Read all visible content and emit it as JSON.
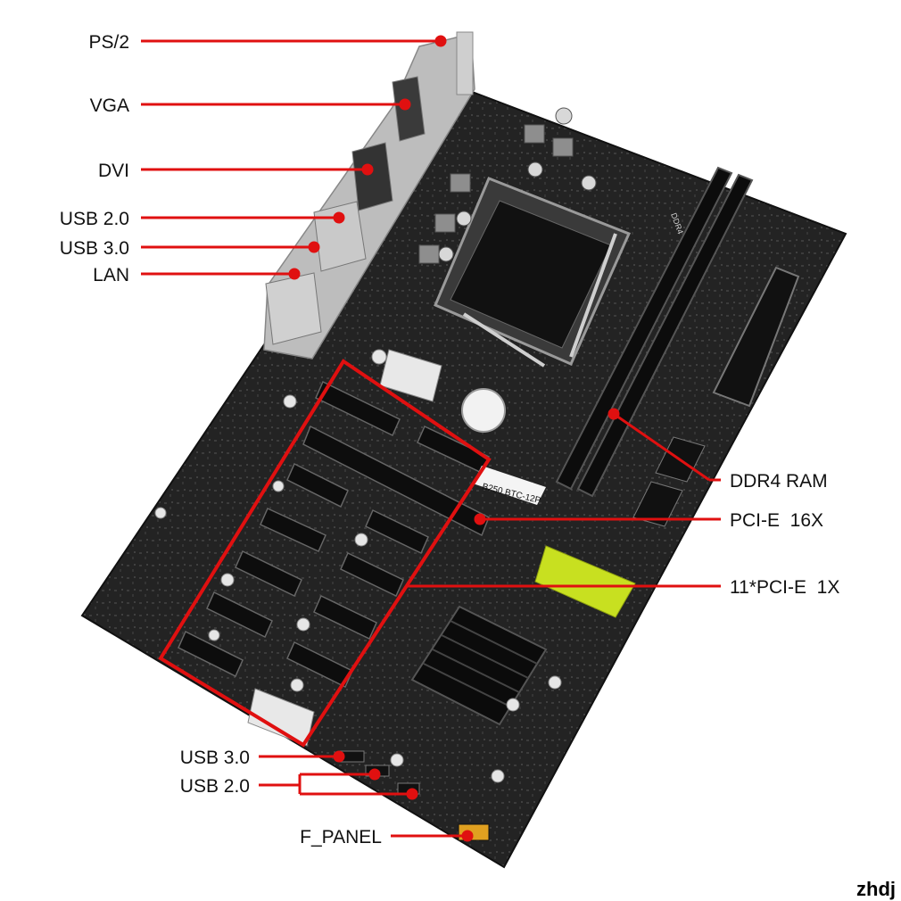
{
  "labels": {
    "ps2": "PS/2",
    "vga": "VGA",
    "dvi": "DVI",
    "usb20_rear": "USB 2.0",
    "usb30_rear": "USB 3.0",
    "lan": "LAN",
    "ddr4": "DDR4 RAM",
    "pcie16": "PCI-E  16X",
    "pcie1": "11*PCI-E  1X",
    "usb30_header": "USB 3.0",
    "usb20_header": "USB 2.0",
    "fpanel": "F_PANEL"
  },
  "silkscreen": {
    "model": "B250 BTC-12P",
    "ddr": "DDR4"
  },
  "watermark": "zhdj",
  "colors": {
    "callout": "#e01010",
    "board": "#1e1e1e",
    "label_text": "#111111"
  }
}
